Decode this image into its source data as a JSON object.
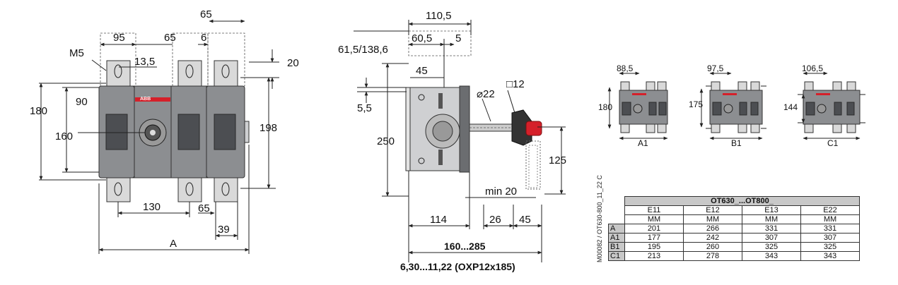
{
  "front_view": {
    "dims": {
      "d65_top": "65",
      "d95": "95",
      "d65": "65",
      "d6": "6",
      "m5": "M5",
      "d13_5": "13,5",
      "d20": "20",
      "d180": "180",
      "d90": "90",
      "d160": "160",
      "d198": "198",
      "d130": "130",
      "d65_bot": "65",
      "d39": "39",
      "dA": "A"
    },
    "brand": "ABB"
  },
  "side_view": {
    "dims": {
      "d110_5": "110,5",
      "d61_5": "61,5/138,6",
      "d60_5": "60,5",
      "d5": "5",
      "d45_top": "45",
      "d5_5": "5,5",
      "d22": "⌀22",
      "d12": "□12",
      "d250": "250",
      "d125": "125",
      "dmin20": "min 20",
      "d114": "114",
      "d26": "26",
      "d45_bot": "45",
      "d160_285": "160...285"
    },
    "caption": "6,30...11,22 (OXP12x185)"
  },
  "mini_views": [
    {
      "label": "A1",
      "width": "88,5",
      "height": "180"
    },
    {
      "label": "B1",
      "width": "97,5",
      "height": "175"
    },
    {
      "label": "C1",
      "width": "106,5",
      "height": "144"
    }
  ],
  "doc_id": "M00082 / OT630-800_11_22  C",
  "table": {
    "title": "OT630_...OT800_",
    "columns": [
      "E11",
      "E12",
      "E13",
      "E22"
    ],
    "units": [
      "MM",
      "MM",
      "MM",
      "MM"
    ],
    "rows": [
      {
        "label": "A",
        "values": [
          "201",
          "266",
          "331",
          "331"
        ]
      },
      {
        "label": "A1",
        "values": [
          "177",
          "242",
          "307",
          "307"
        ]
      },
      {
        "label": "B1",
        "values": [
          "195",
          "260",
          "325",
          "325"
        ]
      },
      {
        "label": "C1",
        "values": [
          "213",
          "278",
          "343",
          "343"
        ]
      }
    ]
  },
  "colors": {
    "body": "#6b6d70",
    "accent_red": "#d5202a",
    "table_header": "#c8c8c8"
  }
}
